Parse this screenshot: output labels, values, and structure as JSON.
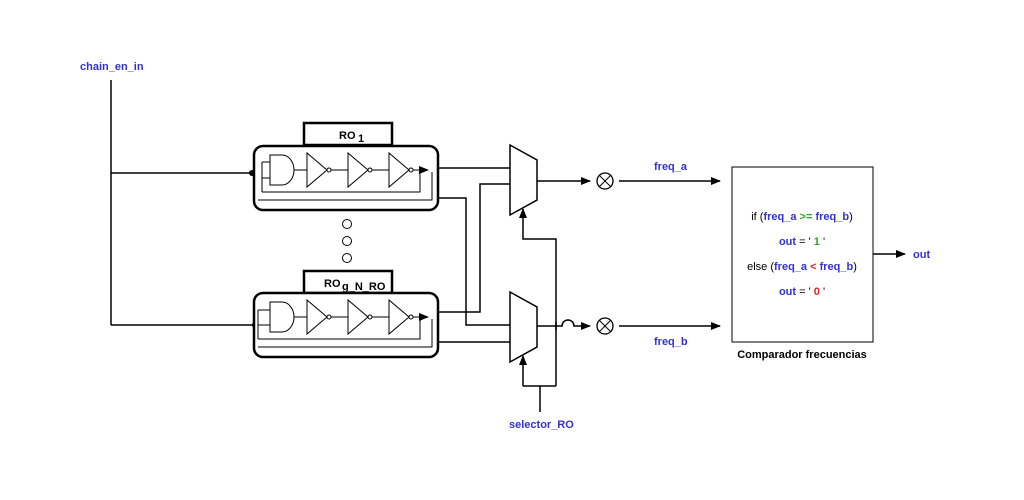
{
  "signals": {
    "chain_en_in": "chain_en_in",
    "freq_a": "freq_a",
    "freq_b": "freq_b",
    "selector_ro": "selector_RO",
    "out": "out"
  },
  "ro_blocks": {
    "ro1": {
      "base": "RO",
      "sub": "1"
    },
    "ro_last": {
      "base": "RO",
      "sub": "g_N_RO"
    }
  },
  "comparator": {
    "title": "Comparador frecuencias",
    "line1": {
      "kw": "if",
      "open": " (",
      "a": "freq_a",
      "op": " >= ",
      "b": "freq_b",
      "close": ")"
    },
    "line2": {
      "var": "out",
      "eq": " = ' ",
      "val": "1",
      "end": " '"
    },
    "line3": {
      "kw": "else",
      "open": " (",
      "a": "freq_a",
      "op": " < ",
      "b": "freq_b",
      "close": ")"
    },
    "line4": {
      "var": "out",
      "eq": " = ' ",
      "val": "0",
      "end": " '"
    }
  },
  "colors": {
    "label_blue": "#3333cc",
    "keyword_green": "#22aa22",
    "value_red": "#dd2222",
    "line": "#000000"
  }
}
